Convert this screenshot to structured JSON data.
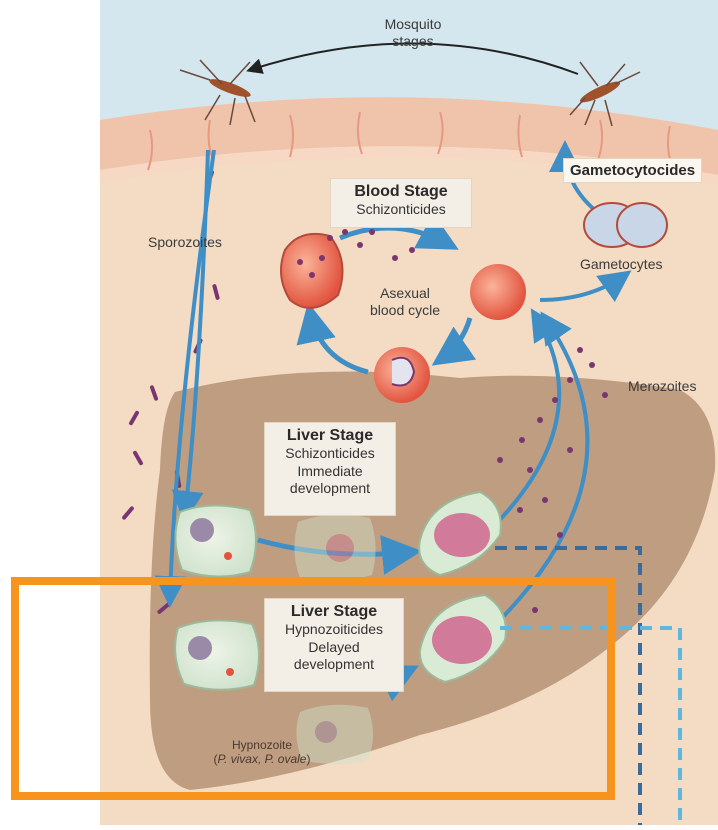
{
  "labels": {
    "mosquito_line1": "Mosquito",
    "mosquito_line2": "stages",
    "gametocytocides": "Gametocytocides",
    "blood_stage_title": "Blood Stage",
    "blood_stage_sub": "Schizonticides",
    "sporozoites": "Sporozoites",
    "gametocytes": "Gametocytes",
    "asexual_line1": "Asexual",
    "asexual_line2": "blood cycle",
    "merozoites": "Merozoites",
    "liver_immediate_title": "Liver Stage",
    "liver_immediate_sub": "Schizonticides",
    "liver_immediate_line1": "Immediate",
    "liver_immediate_line2": "development",
    "liver_delayed_title": "Liver Stage",
    "liver_delayed_sub": "Hypnozoiticides",
    "liver_delayed_line1": "Delayed",
    "liver_delayed_line2": "development",
    "hypnozoite": "Hypnozoite",
    "species_open": "(",
    "species_vivax": "P. vivax, P. ovale",
    "species_close": ")"
  },
  "colors": {
    "sky": "#d4e6ee",
    "skin": "#f0c3ab",
    "body_bg": "#f3dcc3",
    "liver": "#bf9d80",
    "arrow_blue": "#3f8fc6",
    "highlight_box": "#f7941d"
  }
}
